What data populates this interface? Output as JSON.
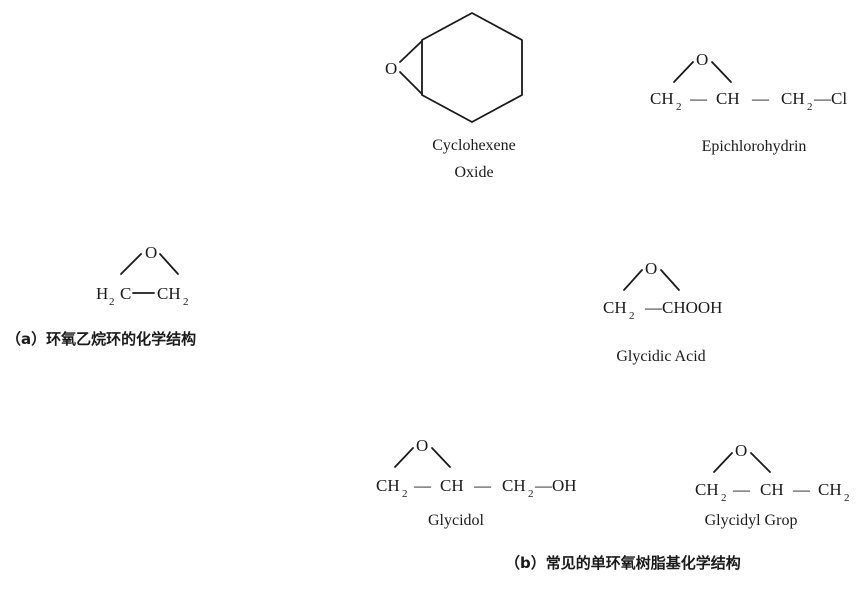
{
  "ethylene_oxide": {
    "o": "O",
    "left": "H",
    "left_sub": "2",
    "c": "C",
    "right": "CH",
    "right_sub": "2",
    "caption": "（a）环氧乙烷环的化学结构"
  },
  "cyclohexene_oxide": {
    "o": "O",
    "name_line1": "Cyclohexene",
    "name_line2": "Oxide"
  },
  "epichlorohydrin": {
    "o": "O",
    "ch2": "CH",
    "sub": "2",
    "dash1": "—",
    "ch": "CH",
    "dash2": "—",
    "ch2b": "CH",
    "subb": "2",
    "tail": "—Cl",
    "name": "Epichlorohydrin"
  },
  "glycidic_acid": {
    "o": "O",
    "ch2": "CH",
    "sub": "2",
    "tail": "—CHOOH",
    "name": "Glycidic  Acid"
  },
  "glycidol": {
    "o": "O",
    "ch2": "CH",
    "sub": "2",
    "dash1": "—",
    "ch": "CH",
    "dash2": "—",
    "ch2b": "CH",
    "subb": "2",
    "tail": "—OH",
    "name": "Glycidol"
  },
  "glycidyl_group": {
    "o": "O",
    "ch2": "CH",
    "sub": "2",
    "dash1": "—",
    "ch": "CH",
    "dash2": "—",
    "ch2b": "CH",
    "subb": "2",
    "name": "Glycidyl   Grop"
  },
  "caption_b": "（b）常见的单环氧树脂基化学结构"
}
